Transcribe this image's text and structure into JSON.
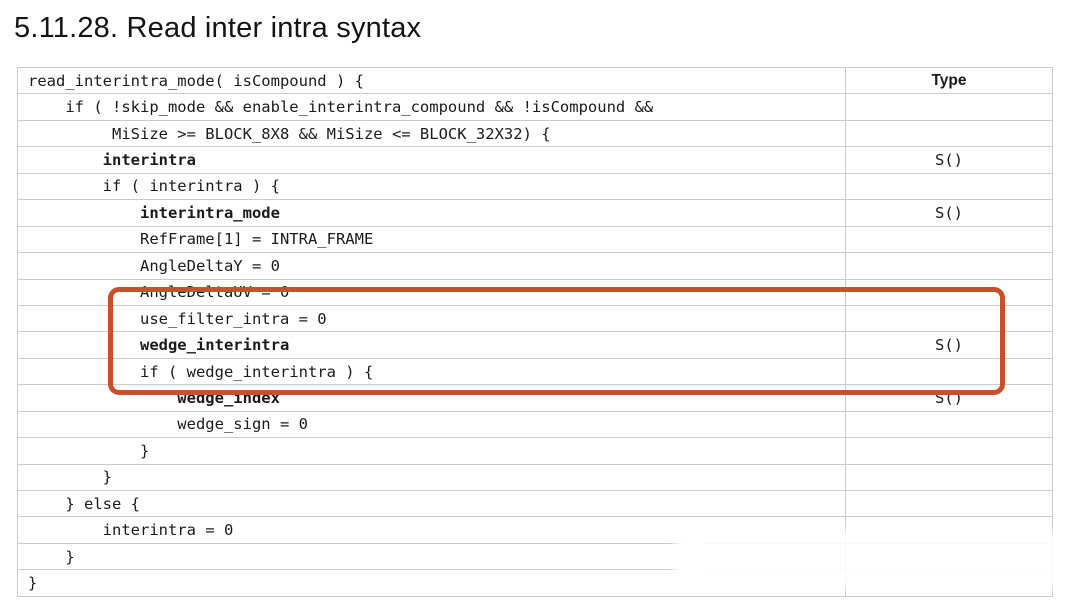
{
  "page_title": "5.11.28. Read inter intra syntax",
  "colors": {
    "highlight_border": "#c8502a",
    "grid_line": "#cccccc",
    "text": "#1b1b1b"
  },
  "table": {
    "header_code": "read_interintra_mode( isCompound ) {",
    "type_header": "Type",
    "rows": [
      {
        "text": "    if ( !skip_mode && enable_interintra_compound && !isCompound &&",
        "bold": false,
        "type": ""
      },
      {
        "text": "         MiSize >= BLOCK_8X8 && MiSize <= BLOCK_32X32) {",
        "bold": false,
        "type": ""
      },
      {
        "text": "        interintra",
        "bold": true,
        "type": "S()"
      },
      {
        "text": "        if ( interintra ) {",
        "bold": false,
        "type": ""
      },
      {
        "text": "            interintra_mode",
        "bold": true,
        "type": "S()"
      },
      {
        "text": "            RefFrame[1] = INTRA_FRAME",
        "bold": false,
        "type": ""
      },
      {
        "text": "            AngleDeltaY = 0",
        "bold": false,
        "type": ""
      },
      {
        "text": "            AngleDeltaUV = 0",
        "bold": false,
        "type": ""
      },
      {
        "text": "            use_filter_intra = 0",
        "bold": false,
        "type": ""
      },
      {
        "text": "            wedge_interintra",
        "bold": true,
        "type": "S()"
      },
      {
        "text": "            if ( wedge_interintra ) {",
        "bold": false,
        "type": "",
        "highlight": true
      },
      {
        "text": "                wedge_index",
        "bold": true,
        "type": "S()",
        "highlight": true
      },
      {
        "text": "                wedge_sign = 0",
        "bold": false,
        "type": "",
        "highlight": true
      },
      {
        "text": "            }",
        "bold": false,
        "type": "",
        "highlight": true
      },
      {
        "text": "        }",
        "bold": false,
        "type": ""
      },
      {
        "text": "    } else {",
        "bold": false,
        "type": ""
      },
      {
        "text": "        interintra = 0",
        "bold": false,
        "type": ""
      },
      {
        "text": "    }",
        "bold": false,
        "type": ""
      },
      {
        "text": "}",
        "bold": false,
        "type": ""
      }
    ]
  }
}
